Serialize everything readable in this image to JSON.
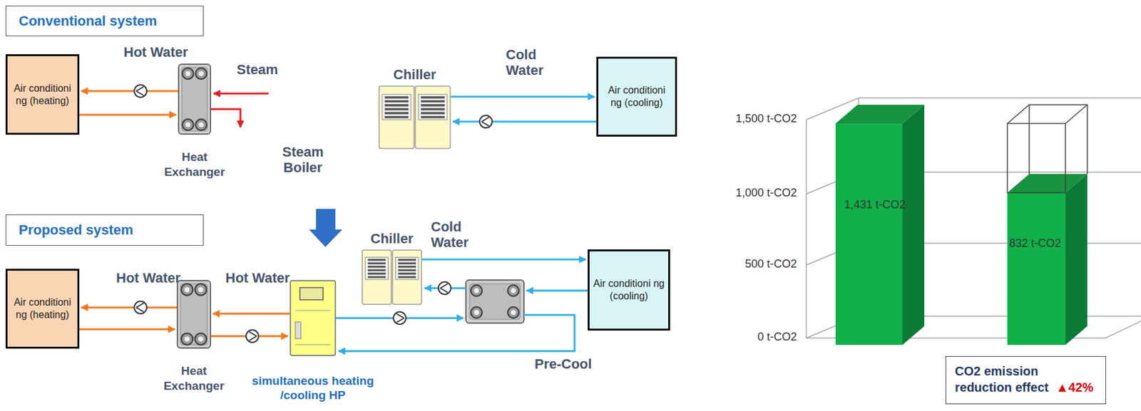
{
  "diagram": {
    "nodes": [
      {
        "text": [
          "Conventional system"
        ]
      },
      {
        "text": [
          "Air conditioni ng (heating)"
        ]
      },
      {
        "text": [
          "Heat Exchanger"
        ]
      },
      {
        "text": [
          "Chiller"
        ]
      },
      {
        "text": [
          "Air conditioni ng (cooling)"
        ]
      },
      {
        "text": [
          "Proposed system"
        ]
      },
      {
        "text": [
          "Air conditioni ng (heating)"
        ]
      },
      {
        "text": [
          "Heat Exchanger"
        ]
      },
      {
        "text": [
          "simultaneous heating /cooling HP"
        ]
      },
      {
        "text": [
          "Chiller"
        ]
      },
      {
        "text": [
          "Air conditioni ng (cooling)"
        ]
      },
      {
        "text": [
          "CO2 emission reduction effect",
          "▲42%"
        ]
      }
    ],
    "edges": [
      {
        "from": 2,
        "to": 1,
        "arrow": "to",
        "label": "Hot Water"
      },
      {
        "from": 1,
        "to": 2,
        "arrow": "to"
      },
      {
        "from": 3,
        "to": 4,
        "arrow": "to",
        "label": "Cold Water"
      },
      {
        "from": 4,
        "to": 3,
        "arrow": "to"
      },
      {
        "from": 7,
        "to": 6,
        "arrow": "to",
        "label": "Hot Water"
      },
      {
        "from": 6,
        "to": 7,
        "arrow": "to"
      },
      {
        "from": 8,
        "to": 7,
        "arrow": "to",
        "label": "Hot Water"
      },
      {
        "from": 7,
        "to": 8,
        "arrow": "to"
      },
      {
        "from": 9,
        "to": 10,
        "arrow": "to",
        "label": "Cold Water"
      }
    ],
    "labels": [
      "Steam",
      "Steam Boiler",
      "Pre-Cool",
      "1,500 t-CO2",
      "1,000 t-CO2",
      "500 t-CO2",
      "0 t-CO2",
      "1,431 t-CO2",
      "832 t-CO2"
    ]
  }
}
